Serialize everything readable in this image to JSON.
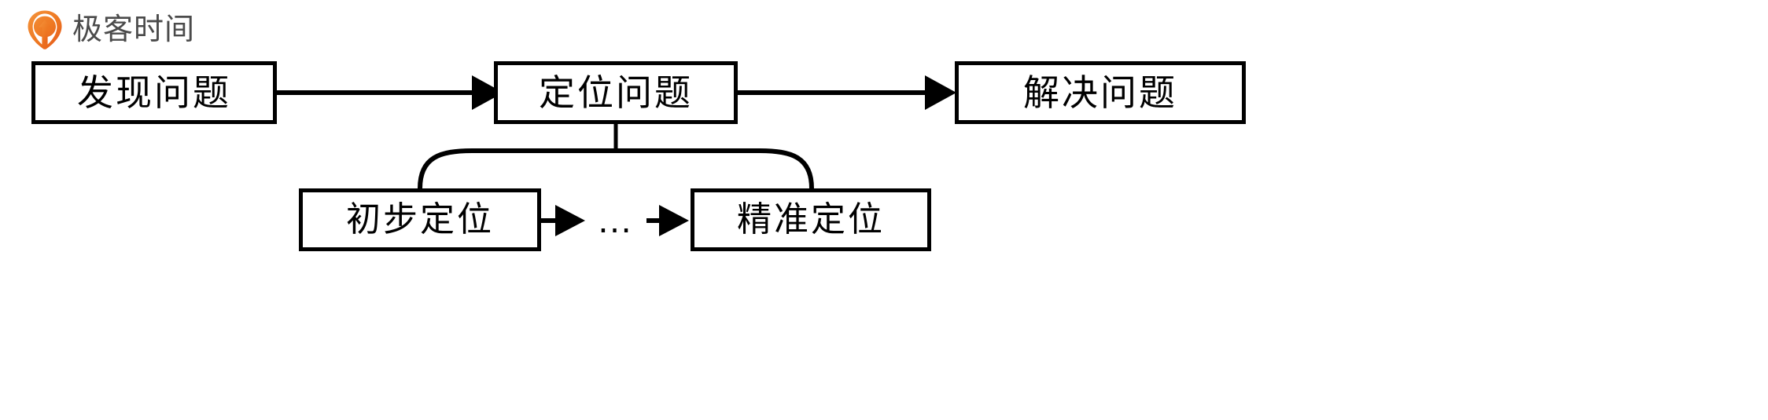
{
  "brand": {
    "name": "极客时间",
    "logo_icon": "geek-time-pin-icon",
    "mark_color_light": "#F0882B",
    "mark_color_dark": "#E4561B",
    "text_color": "#4B4B4B"
  },
  "diagram": {
    "type": "flowchart",
    "stroke_color": "#000000",
    "background": "#FFFFFF",
    "main_flow": [
      {
        "id": "discover",
        "label": "发现问题"
      },
      {
        "id": "locate",
        "label": "定位问题"
      },
      {
        "id": "solve",
        "label": "解决问题"
      }
    ],
    "sub_flow": {
      "parent": "locate",
      "nodes": [
        {
          "id": "rough",
          "label": "初步定位"
        },
        {
          "id": "precise",
          "label": "精准定位"
        }
      ],
      "ellipsis": "…"
    },
    "connectors": [
      {
        "from": "discover",
        "to": "locate",
        "kind": "arrow"
      },
      {
        "from": "locate",
        "to": "solve",
        "kind": "arrow"
      },
      {
        "from": "locate",
        "to": "rough",
        "kind": "bracket"
      },
      {
        "from": "locate",
        "to": "precise",
        "kind": "bracket"
      },
      {
        "from": "rough",
        "to": "ellipsis",
        "kind": "arrow"
      },
      {
        "from": "ellipsis",
        "to": "precise",
        "kind": "arrow"
      }
    ]
  }
}
